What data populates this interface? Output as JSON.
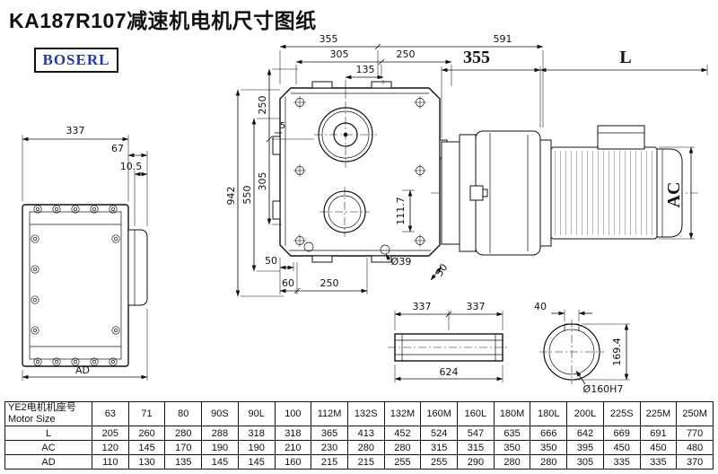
{
  "page": {
    "title": "KA187R107减速机电机尺寸图纸",
    "logo_text": "BOSERL"
  },
  "colors": {
    "line": "#111111",
    "logo_blue": "#1f35b5"
  },
  "drawing": {
    "front_view": {
      "width": "337",
      "hub_depth": "67",
      "hub_step": "10.5",
      "overall": "AD"
    },
    "main_view": {
      "top_left_span": "355",
      "top_right_span": "591",
      "hole_span_a": "305",
      "hole_span_b": "250",
      "hole_span_c": "135",
      "left_a": "250",
      "left_b": "5",
      "left_c": "305",
      "left_d": "550",
      "left_e": "942",
      "right_a": "111.7",
      "bottom_a": "50",
      "bottom_b": "60",
      "bottom_c": "250",
      "bottom_d": "Ø39",
      "bottom_e": "50"
    },
    "motor_view": {
      "adapter_len": "355",
      "motor_len": "L",
      "motor_height": "AC"
    },
    "shaft_view": {
      "seg_a": "337",
      "seg_b": "337",
      "total": "624"
    },
    "bore_view": {
      "key_width": "40",
      "key_height": "169.4",
      "bore_dia": "Ø160H7"
    }
  },
  "table": {
    "header_line1": "YE2电机机座号",
    "header_line2": "Motor Size",
    "sizes": [
      "63",
      "71",
      "80",
      "90S",
      "90L",
      "100",
      "112M",
      "132S",
      "132M",
      "160M",
      "160L",
      "180M",
      "180L",
      "200L",
      "225S",
      "225M",
      "250M"
    ],
    "rows": [
      {
        "label": "L",
        "values": [
          205,
          260,
          280,
          288,
          318,
          318,
          365,
          413,
          452,
          524,
          547,
          635,
          666,
          642,
          669,
          691,
          770
        ]
      },
      {
        "label": "AC",
        "values": [
          120,
          145,
          170,
          190,
          190,
          210,
          230,
          280,
          280,
          315,
          315,
          350,
          350,
          395,
          450,
          450,
          480
        ]
      },
      {
        "label": "AD",
        "values": [
          110,
          130,
          135,
          145,
          145,
          160,
          215,
          215,
          255,
          255,
          290,
          280,
          280,
          305,
          335,
          335,
          370
        ]
      }
    ]
  }
}
